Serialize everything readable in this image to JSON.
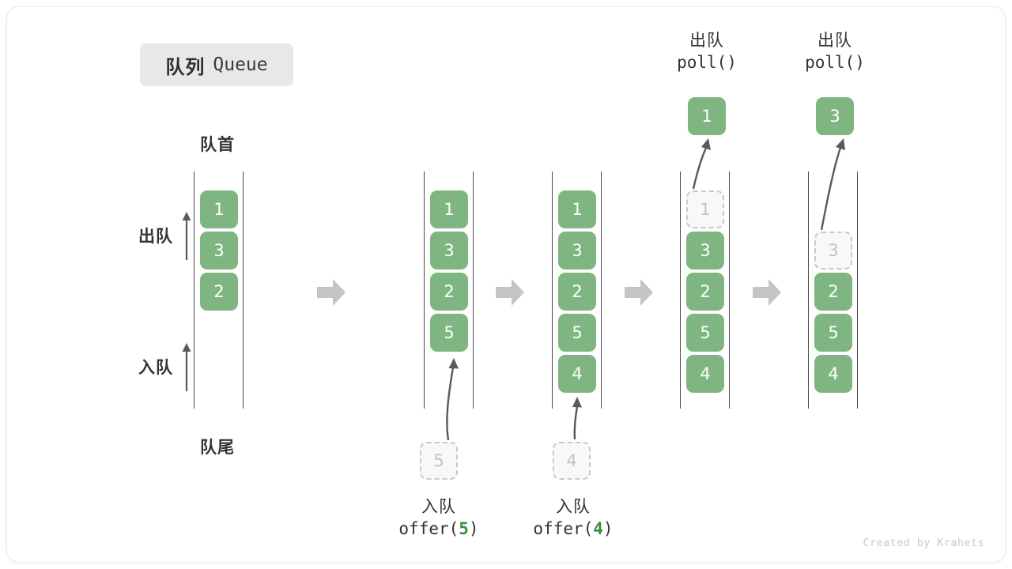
{
  "title": {
    "cn": "队列",
    "en": "Queue"
  },
  "labels": {
    "head": "队首",
    "tail": "队尾",
    "dequeue": "出队",
    "enqueue": "入队"
  },
  "colors": {
    "item_green": "#7fb580",
    "ghost_fill": "#f8f8f8",
    "ghost_border": "#c7c7c7",
    "rail": "#4a4a4a",
    "flow_arrow": "#c4c4c4",
    "curve_arrow": "#5a5a5a",
    "badge_bg": "#e8e8e8",
    "code_accent": "#3d8c40"
  },
  "columns": [
    {
      "name": "initial",
      "cells": [
        {
          "value": "1",
          "state": "filled"
        },
        {
          "value": "3",
          "state": "filled"
        },
        {
          "value": "2",
          "state": "filled"
        }
      ]
    },
    {
      "name": "after-offer-5",
      "cells": [
        {
          "value": "1",
          "state": "filled"
        },
        {
          "value": "3",
          "state": "filled"
        },
        {
          "value": "2",
          "state": "filled"
        },
        {
          "value": "5",
          "state": "filled"
        }
      ],
      "incoming": {
        "value": "5",
        "state": "ghost"
      },
      "caption": {
        "cn": "入队",
        "code_prefix": "offer(",
        "code_num": "5",
        "code_suffix": ")"
      }
    },
    {
      "name": "after-offer-4",
      "cells": [
        {
          "value": "1",
          "state": "filled"
        },
        {
          "value": "3",
          "state": "filled"
        },
        {
          "value": "2",
          "state": "filled"
        },
        {
          "value": "5",
          "state": "filled"
        },
        {
          "value": "4",
          "state": "filled"
        }
      ],
      "incoming": {
        "value": "4",
        "state": "ghost"
      },
      "caption": {
        "cn": "入队",
        "code_prefix": "offer(",
        "code_num": "4",
        "code_suffix": ")"
      }
    },
    {
      "name": "after-poll-1",
      "cells": [
        {
          "value": "1",
          "state": "ghost"
        },
        {
          "value": "3",
          "state": "filled"
        },
        {
          "value": "2",
          "state": "filled"
        },
        {
          "value": "5",
          "state": "filled"
        },
        {
          "value": "4",
          "state": "filled"
        }
      ],
      "popped": {
        "value": "1",
        "state": "filled"
      },
      "header": {
        "cn": "出队",
        "code": "poll()"
      }
    },
    {
      "name": "after-poll-3",
      "cells": [
        {
          "value": "",
          "state": "empty"
        },
        {
          "value": "3",
          "state": "ghost"
        },
        {
          "value": "2",
          "state": "filled"
        },
        {
          "value": "5",
          "state": "filled"
        },
        {
          "value": "4",
          "state": "filled"
        }
      ],
      "popped": {
        "value": "3",
        "state": "filled"
      },
      "header": {
        "cn": "出队",
        "code": "poll()"
      }
    }
  ],
  "credit": "Created by Krahets"
}
